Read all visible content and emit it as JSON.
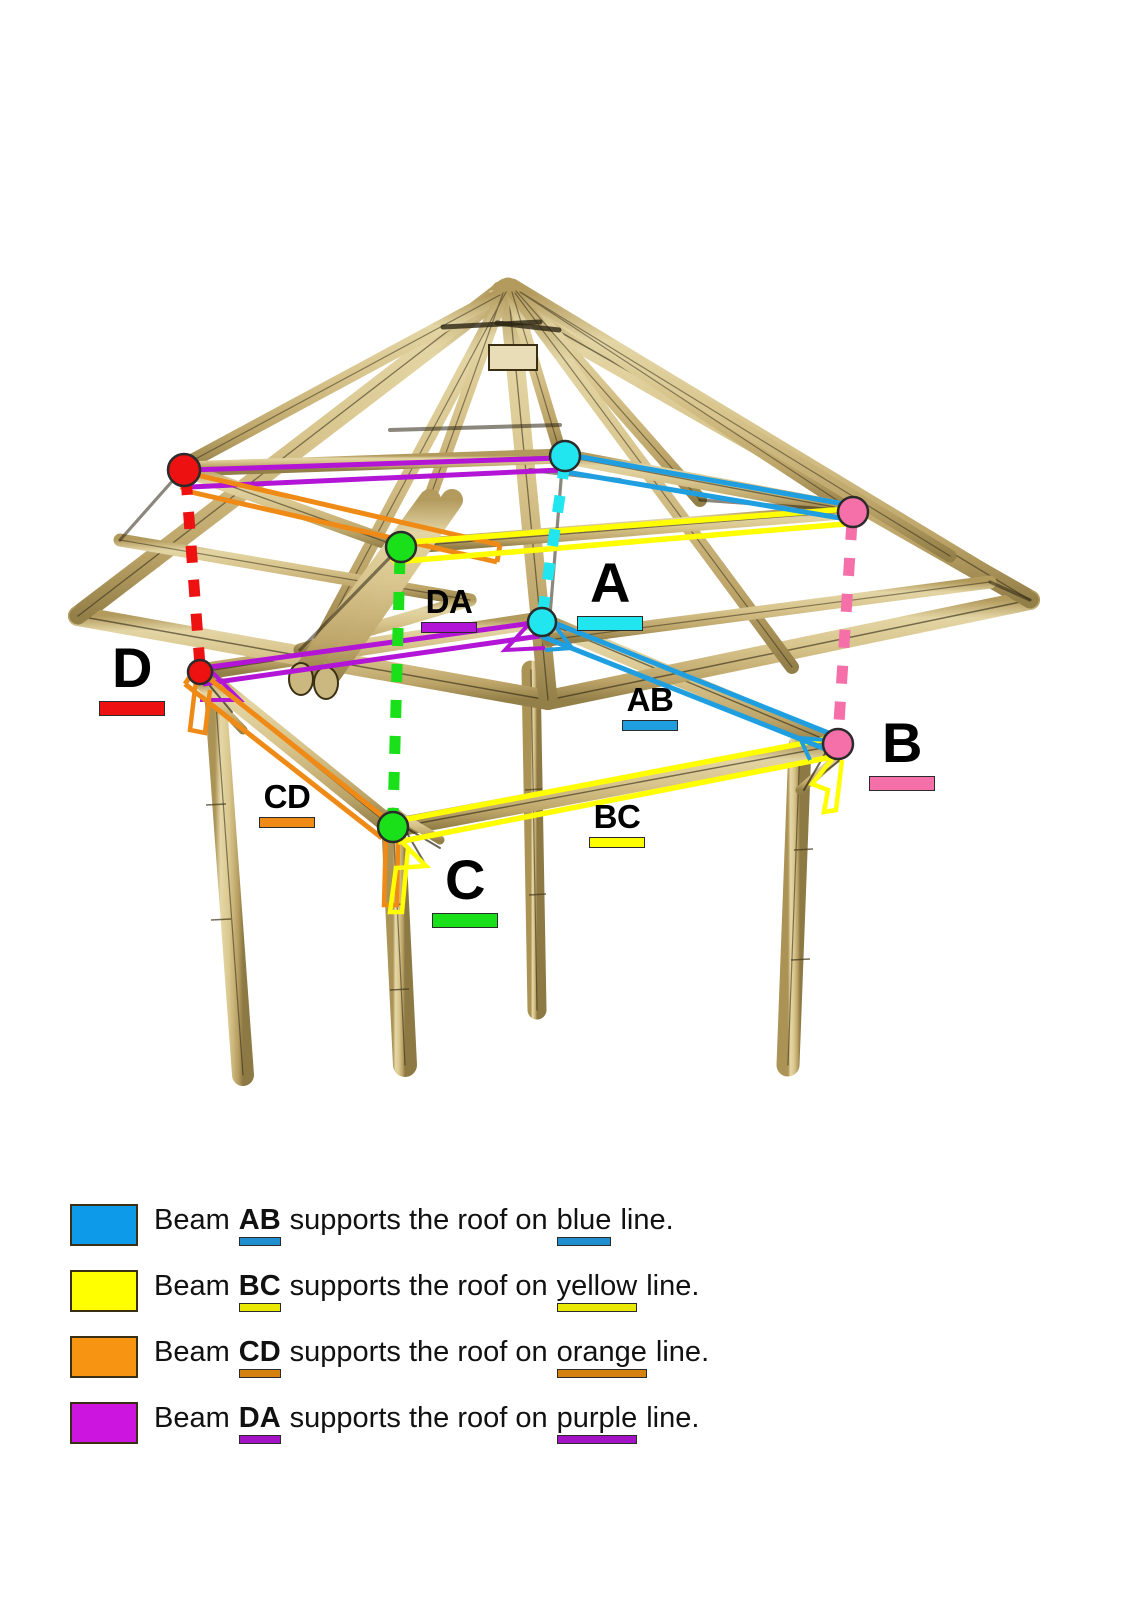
{
  "diagram": {
    "subject": "bamboo-gazebo-frame",
    "points": [
      {
        "id": "A",
        "label": "A",
        "color": "#21e6f0",
        "dot_color": "#21e6f0"
      },
      {
        "id": "B",
        "label": "B",
        "color": "#f56fa8",
        "dot_color": "#f56fa8"
      },
      {
        "id": "C",
        "label": "C",
        "color": "#19e019",
        "dot_color": "#19e019"
      },
      {
        "id": "D",
        "label": "D",
        "color": "#ee1111",
        "dot_color": "#ee1111"
      }
    ],
    "beam_labels": [
      {
        "id": "AB",
        "label": "AB",
        "color": "#1f9fe0"
      },
      {
        "id": "BC",
        "label": "BC",
        "color": "#ffff00"
      },
      {
        "id": "CD",
        "label": "CD",
        "color": "#f08a16"
      },
      {
        "id": "DA",
        "label": "DA",
        "color": "#b315d6"
      }
    ]
  },
  "legend": {
    "rows": [
      {
        "swatch": "#0d9ae8",
        "beam_word": "Beam",
        "beam_id": "AB",
        "mid": "supports the roof on",
        "color_word": "blue",
        "tail": "line.",
        "underline": "#1f8fd0"
      },
      {
        "swatch": "#ffff00",
        "beam_word": "Beam",
        "beam_id": "BC",
        "mid": "supports the roof on",
        "color_word": "yellow",
        "tail": "line.",
        "underline": "#e8e800"
      },
      {
        "swatch": "#f79412",
        "beam_word": "Beam",
        "beam_id": "CD",
        "mid": "supports the roof on",
        "color_word": "orange",
        "tail": "line.",
        "underline": "#d4810f"
      },
      {
        "swatch": "#cc16e0",
        "beam_word": "Beam",
        "beam_id": "DA",
        "mid": "supports the roof on",
        "color_word": "purple",
        "tail": "line.",
        "underline": "#a312c4"
      }
    ]
  }
}
